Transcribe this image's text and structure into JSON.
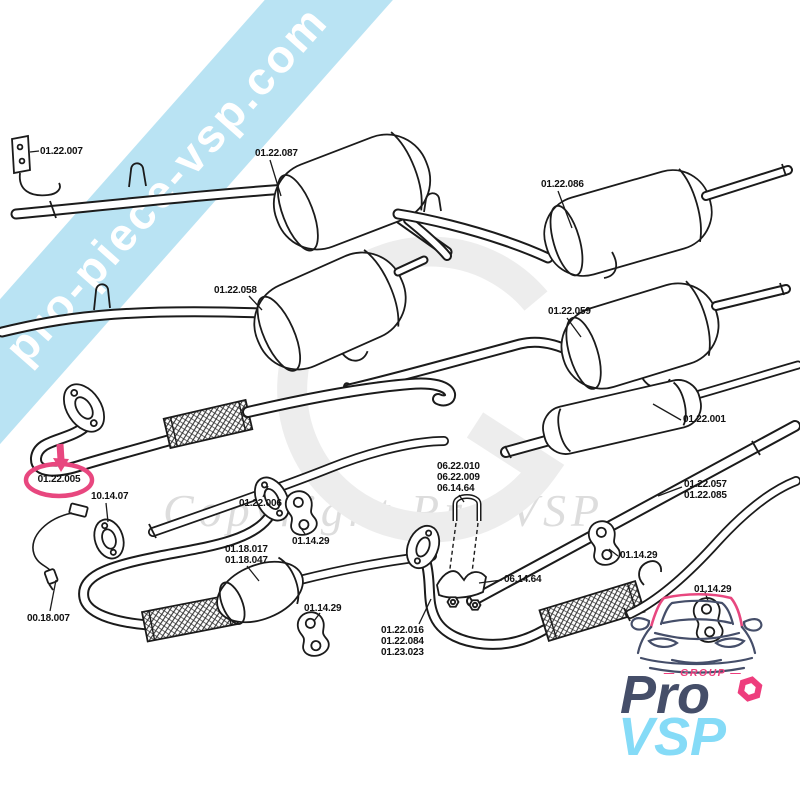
{
  "watermark": {
    "band_text": "pro-piece-vsp.com",
    "copyright_text": "Copyright Pro VSP"
  },
  "highlight": {
    "part_ref": "01.22.005",
    "color": "#e8477f"
  },
  "labels": [
    {
      "id": "part-01-22-007",
      "text": "01.22.007"
    },
    {
      "id": "part-01-22-087",
      "text": "01.22.087"
    },
    {
      "id": "part-01-22-086",
      "text": "01.22.086"
    },
    {
      "id": "part-01-22-058",
      "text": "01.22.058"
    },
    {
      "id": "part-01-22-059",
      "text": "01.22.059"
    },
    {
      "id": "part-01-22-001",
      "text": "01.22.001"
    },
    {
      "id": "part-01-22-005",
      "text": "01.22.005"
    },
    {
      "id": "part-10-14-07",
      "text": "10.14.07"
    },
    {
      "id": "part-01-22-006",
      "text": "01.22.006"
    },
    {
      "id": "part-06-22-010-group",
      "text": "06.22.010\n06.22.009\n06.14.64"
    },
    {
      "id": "part-01-22-057-group",
      "text": "01.22.057\n01.22.085"
    },
    {
      "id": "part-01-14-29-a",
      "text": "01.14.29"
    },
    {
      "id": "part-01-18-017-group",
      "text": "01.18.017\n01.18.047"
    },
    {
      "id": "part-01-14-29-b",
      "text": "01.14.29"
    },
    {
      "id": "part-06-14-64",
      "text": "06.14.64"
    },
    {
      "id": "part-00-18-007",
      "text": "00.18.007"
    },
    {
      "id": "part-01-14-29-c",
      "text": "01.14.29"
    },
    {
      "id": "part-01-22-016-group",
      "text": "01.22.016\n01.22.084\n01.23.023"
    },
    {
      "id": "part-01-14-29-d",
      "text": "01.14.29"
    }
  ],
  "logo": {
    "group": "— GROUP —",
    "pro": "Pro",
    "vsp": "VSP"
  },
  "colors": {
    "watermark_band": "#b9e3f3",
    "watermark_gray": "#ededed",
    "line_art": "#1b1b1b",
    "highlight_pink": "#e8477f",
    "logo_navy": "#454e69",
    "logo_cyan": "#85dbf7",
    "logo_magenta": "#ee3d7d"
  }
}
